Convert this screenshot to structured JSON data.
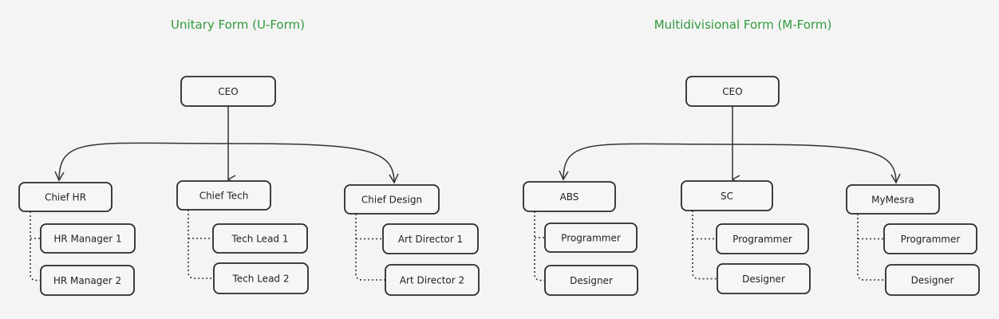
{
  "diagrams": [
    {
      "title": "Unitary Form (U-Form)",
      "root": "CEO",
      "units": [
        {
          "label": "Chief HR",
          "children": [
            "HR Manager 1",
            "HR Manager 2"
          ]
        },
        {
          "label": "Chief Tech",
          "children": [
            "Tech Lead 1",
            "Tech Lead 2"
          ]
        },
        {
          "label": "Chief Design",
          "children": [
            "Art Director 1",
            "Art Director 2"
          ]
        }
      ]
    },
    {
      "title": "Multidivisional Form (M-Form)",
      "root": "CEO",
      "units": [
        {
          "label": "ABS",
          "children": [
            "Programmer",
            "Designer"
          ]
        },
        {
          "label": "SC",
          "children": [
            "Programmer",
            "Designer"
          ]
        },
        {
          "label": "MyMesra",
          "children": [
            "Programmer",
            "Designer"
          ]
        }
      ]
    }
  ],
  "colors": {
    "title": "#2f9a3c",
    "stroke": "#2a2a2a",
    "background": "#f4f4f4"
  }
}
